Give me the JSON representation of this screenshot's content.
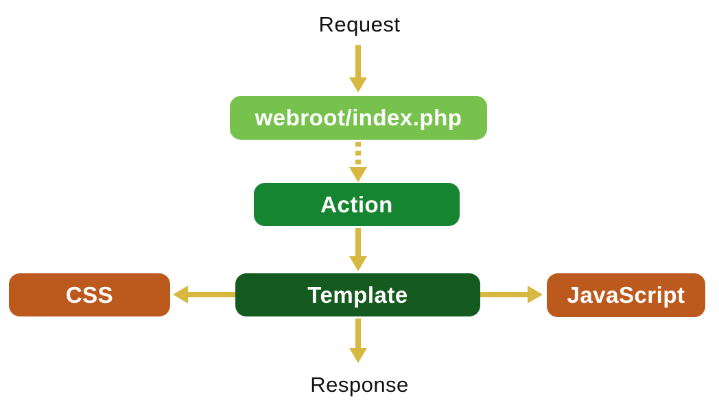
{
  "diagram": {
    "request_label": "Request",
    "response_label": "Response",
    "nodes": {
      "webroot": {
        "label": "webroot/index.php"
      },
      "action": {
        "label": "Action"
      },
      "template": {
        "label": "Template"
      },
      "css": {
        "label": "CSS"
      },
      "javascript": {
        "label": "JavaScript"
      }
    },
    "arrows": [
      {
        "name": "request-to-webroot",
        "style": "solid",
        "direction": "down"
      },
      {
        "name": "webroot-to-action",
        "style": "dotted",
        "direction": "down"
      },
      {
        "name": "action-to-template",
        "style": "solid",
        "direction": "down"
      },
      {
        "name": "template-to-css",
        "style": "solid",
        "direction": "left"
      },
      {
        "name": "template-to-javascript",
        "style": "solid",
        "direction": "right"
      },
      {
        "name": "template-to-response",
        "style": "solid",
        "direction": "down"
      }
    ],
    "colors": {
      "node_webroot": "#77c14d",
      "node_action": "#168531",
      "node_template": "#155a1e",
      "node_endpoint": "#bc5a1e",
      "arrow": "#d8b840",
      "node_text": "#ffffff",
      "label_text": "#111111"
    }
  }
}
